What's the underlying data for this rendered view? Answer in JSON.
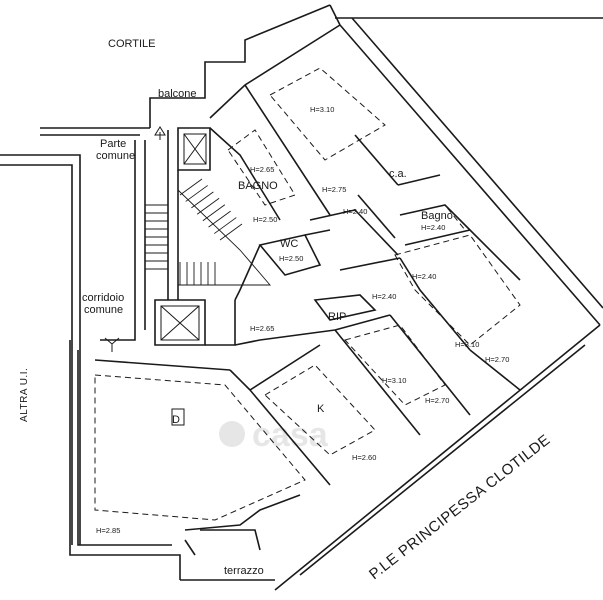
{
  "plan": {
    "outside": {
      "cortile": "CORTILE",
      "altra_ui": "ALTRA U.I.",
      "street": "P.LE PRINCIPESSA CLOTILDE",
      "watermark": "casa"
    },
    "spaces": {
      "balcone": "balcone",
      "parte_comune_1": "Parte",
      "parte_comune_2": "comune",
      "corridoio_1": "corridoio",
      "corridoio_2": "comune",
      "terrazzo": "terrazzo"
    },
    "rooms": {
      "bagno_1": "BAGNO",
      "ca": "c.a.",
      "bagno_2": "Bagno",
      "wc": "WC",
      "rip": "RIP",
      "k": "K",
      "d": "D"
    },
    "heights": {
      "h1": "H=3.10",
      "h2": "H=2.65",
      "h3": "H=2.75",
      "h4": "H=2.40",
      "h5": "H=2.40",
      "h6": "H=2.50",
      "h7": "H=2.50",
      "h8": "H=2.40",
      "h9": "H=2.40",
      "h10": "H=2.65",
      "h11": "H=3.10",
      "h12": "H=2.70",
      "h13": "H=3.10",
      "h14": "H=2.70",
      "h15": "H=2.60",
      "h16": "H=2.85"
    }
  }
}
